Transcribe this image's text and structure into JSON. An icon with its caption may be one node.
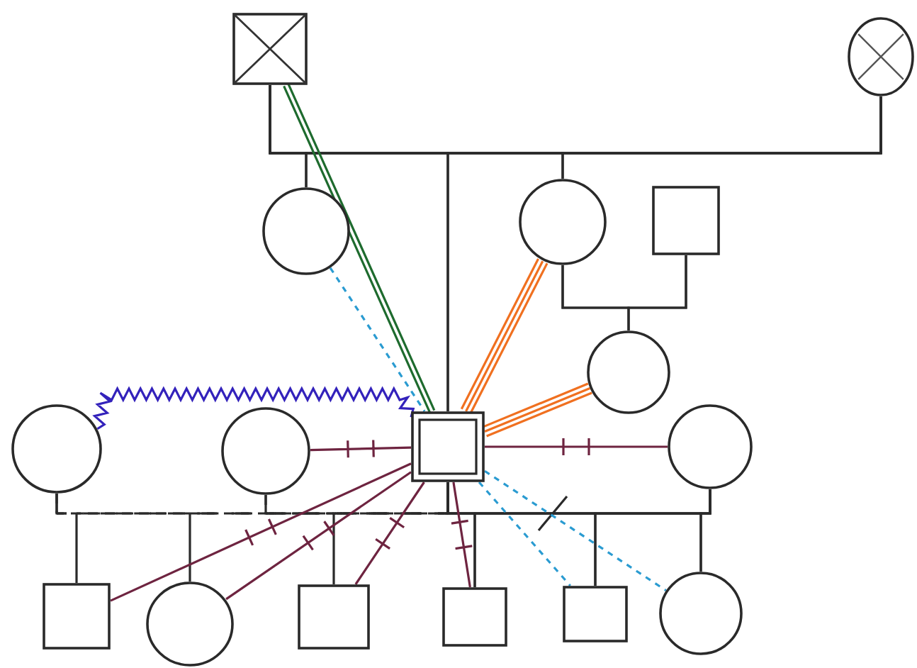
{
  "diagram": {
    "nodes": [
      {
        "text": [],
        "shape": "box"
      },
      {
        "text": [],
        "shape": "circle"
      },
      {
        "text": [],
        "shape": "circle"
      },
      {
        "text": [],
        "shape": "circle"
      },
      {
        "text": [],
        "shape": "box"
      },
      {
        "text": [],
        "shape": "circle"
      },
      {
        "text": [],
        "shape": "circle"
      },
      {
        "text": [],
        "shape": "circle"
      },
      {
        "text": [],
        "shape": "box"
      },
      {
        "text": [],
        "shape": "circle"
      },
      {
        "text": [],
        "shape": "box"
      },
      {
        "text": [],
        "shape": "circle"
      },
      {
        "text": [],
        "shape": "box"
      },
      {
        "text": [],
        "shape": "box"
      },
      {
        "text": [],
        "shape": "box"
      },
      {
        "text": [],
        "shape": "circle"
      }
    ],
    "edges": [
      {
        "from": 0,
        "to": 1,
        "arrow": "none"
      },
      {
        "from": 0,
        "to": 2,
        "arrow": "none"
      },
      {
        "from": 1,
        "to": 2,
        "arrow": "none"
      },
      {
        "from": 0,
        "to": 8,
        "arrow": "none"
      },
      {
        "from": 1,
        "to": 8,
        "arrow": "none"
      },
      {
        "from": 0,
        "to": 3,
        "arrow": "none"
      },
      {
        "from": 1,
        "to": 3,
        "arrow": "none"
      },
      {
        "from": 3,
        "to": 4,
        "arrow": "none"
      },
      {
        "from": 3,
        "to": 5,
        "arrow": "none"
      },
      {
        "from": 4,
        "to": 5,
        "arrow": "none"
      },
      {
        "from": 6,
        "to": 8,
        "arrow": "none",
        "style": "dashed"
      },
      {
        "from": 7,
        "to": 8,
        "arrow": "none",
        "style": "dashed"
      },
      {
        "from": 8,
        "to": 9,
        "arrow": "none"
      },
      {
        "from": 6,
        "to": 10,
        "arrow": "none",
        "style": "dashed"
      },
      {
        "from": 8,
        "to": 10,
        "arrow": "none",
        "style": "dashed"
      },
      {
        "from": 6,
        "to": 11,
        "arrow": "none",
        "style": "dashed"
      },
      {
        "from": 8,
        "to": 11,
        "arrow": "none",
        "style": "dashed"
      },
      {
        "from": 7,
        "to": 12,
        "arrow": "none",
        "style": "dashed"
      },
      {
        "from": 8,
        "to": 12,
        "arrow": "none",
        "style": "dashed"
      },
      {
        "from": 8,
        "to": 13,
        "arrow": "none"
      },
      {
        "from": 9,
        "to": 13,
        "arrow": "none"
      },
      {
        "from": 8,
        "to": 14,
        "arrow": "none"
      },
      {
        "from": 9,
        "to": 14,
        "arrow": "none"
      },
      {
        "from": 8,
        "to": 15,
        "arrow": "none"
      },
      {
        "from": 9,
        "to": 15,
        "arrow": "none"
      },
      {
        "from": 0,
        "to": 8,
        "arrow": "none",
        "color": "#1e6b2e"
      },
      {
        "from": 2,
        "to": 8,
        "arrow": "none",
        "style": "dashed",
        "color": "#2a9bd1"
      },
      {
        "from": 6,
        "to": 8,
        "arrow": "none",
        "color": "#3322bb"
      },
      {
        "from": 3,
        "to": 8,
        "arrow": "none",
        "color": "#f07020"
      },
      {
        "from": 5,
        "to": 8,
        "arrow": "none",
        "color": "#f07020"
      },
      {
        "from": 7,
        "to": 8,
        "arrow": "none",
        "color": "#6e2440"
      },
      {
        "from": 9,
        "to": 8,
        "arrow": "none",
        "color": "#6e2440"
      },
      {
        "from": 8,
        "to": 10,
        "arrow": "none",
        "color": "#6e2440"
      },
      {
        "from": 8,
        "to": 11,
        "arrow": "none",
        "color": "#6e2440"
      },
      {
        "from": 8,
        "to": 12,
        "arrow": "none",
        "color": "#6e2440"
      },
      {
        "from": 8,
        "to": 13,
        "arrow": "none",
        "color": "#6e2440"
      },
      {
        "from": 8,
        "to": 14,
        "arrow": "none",
        "style": "dashed",
        "color": "#2a9bd1"
      },
      {
        "from": 8,
        "to": 15,
        "arrow": "none",
        "style": "dashed",
        "color": "#2a9bd1"
      }
    ]
  }
}
